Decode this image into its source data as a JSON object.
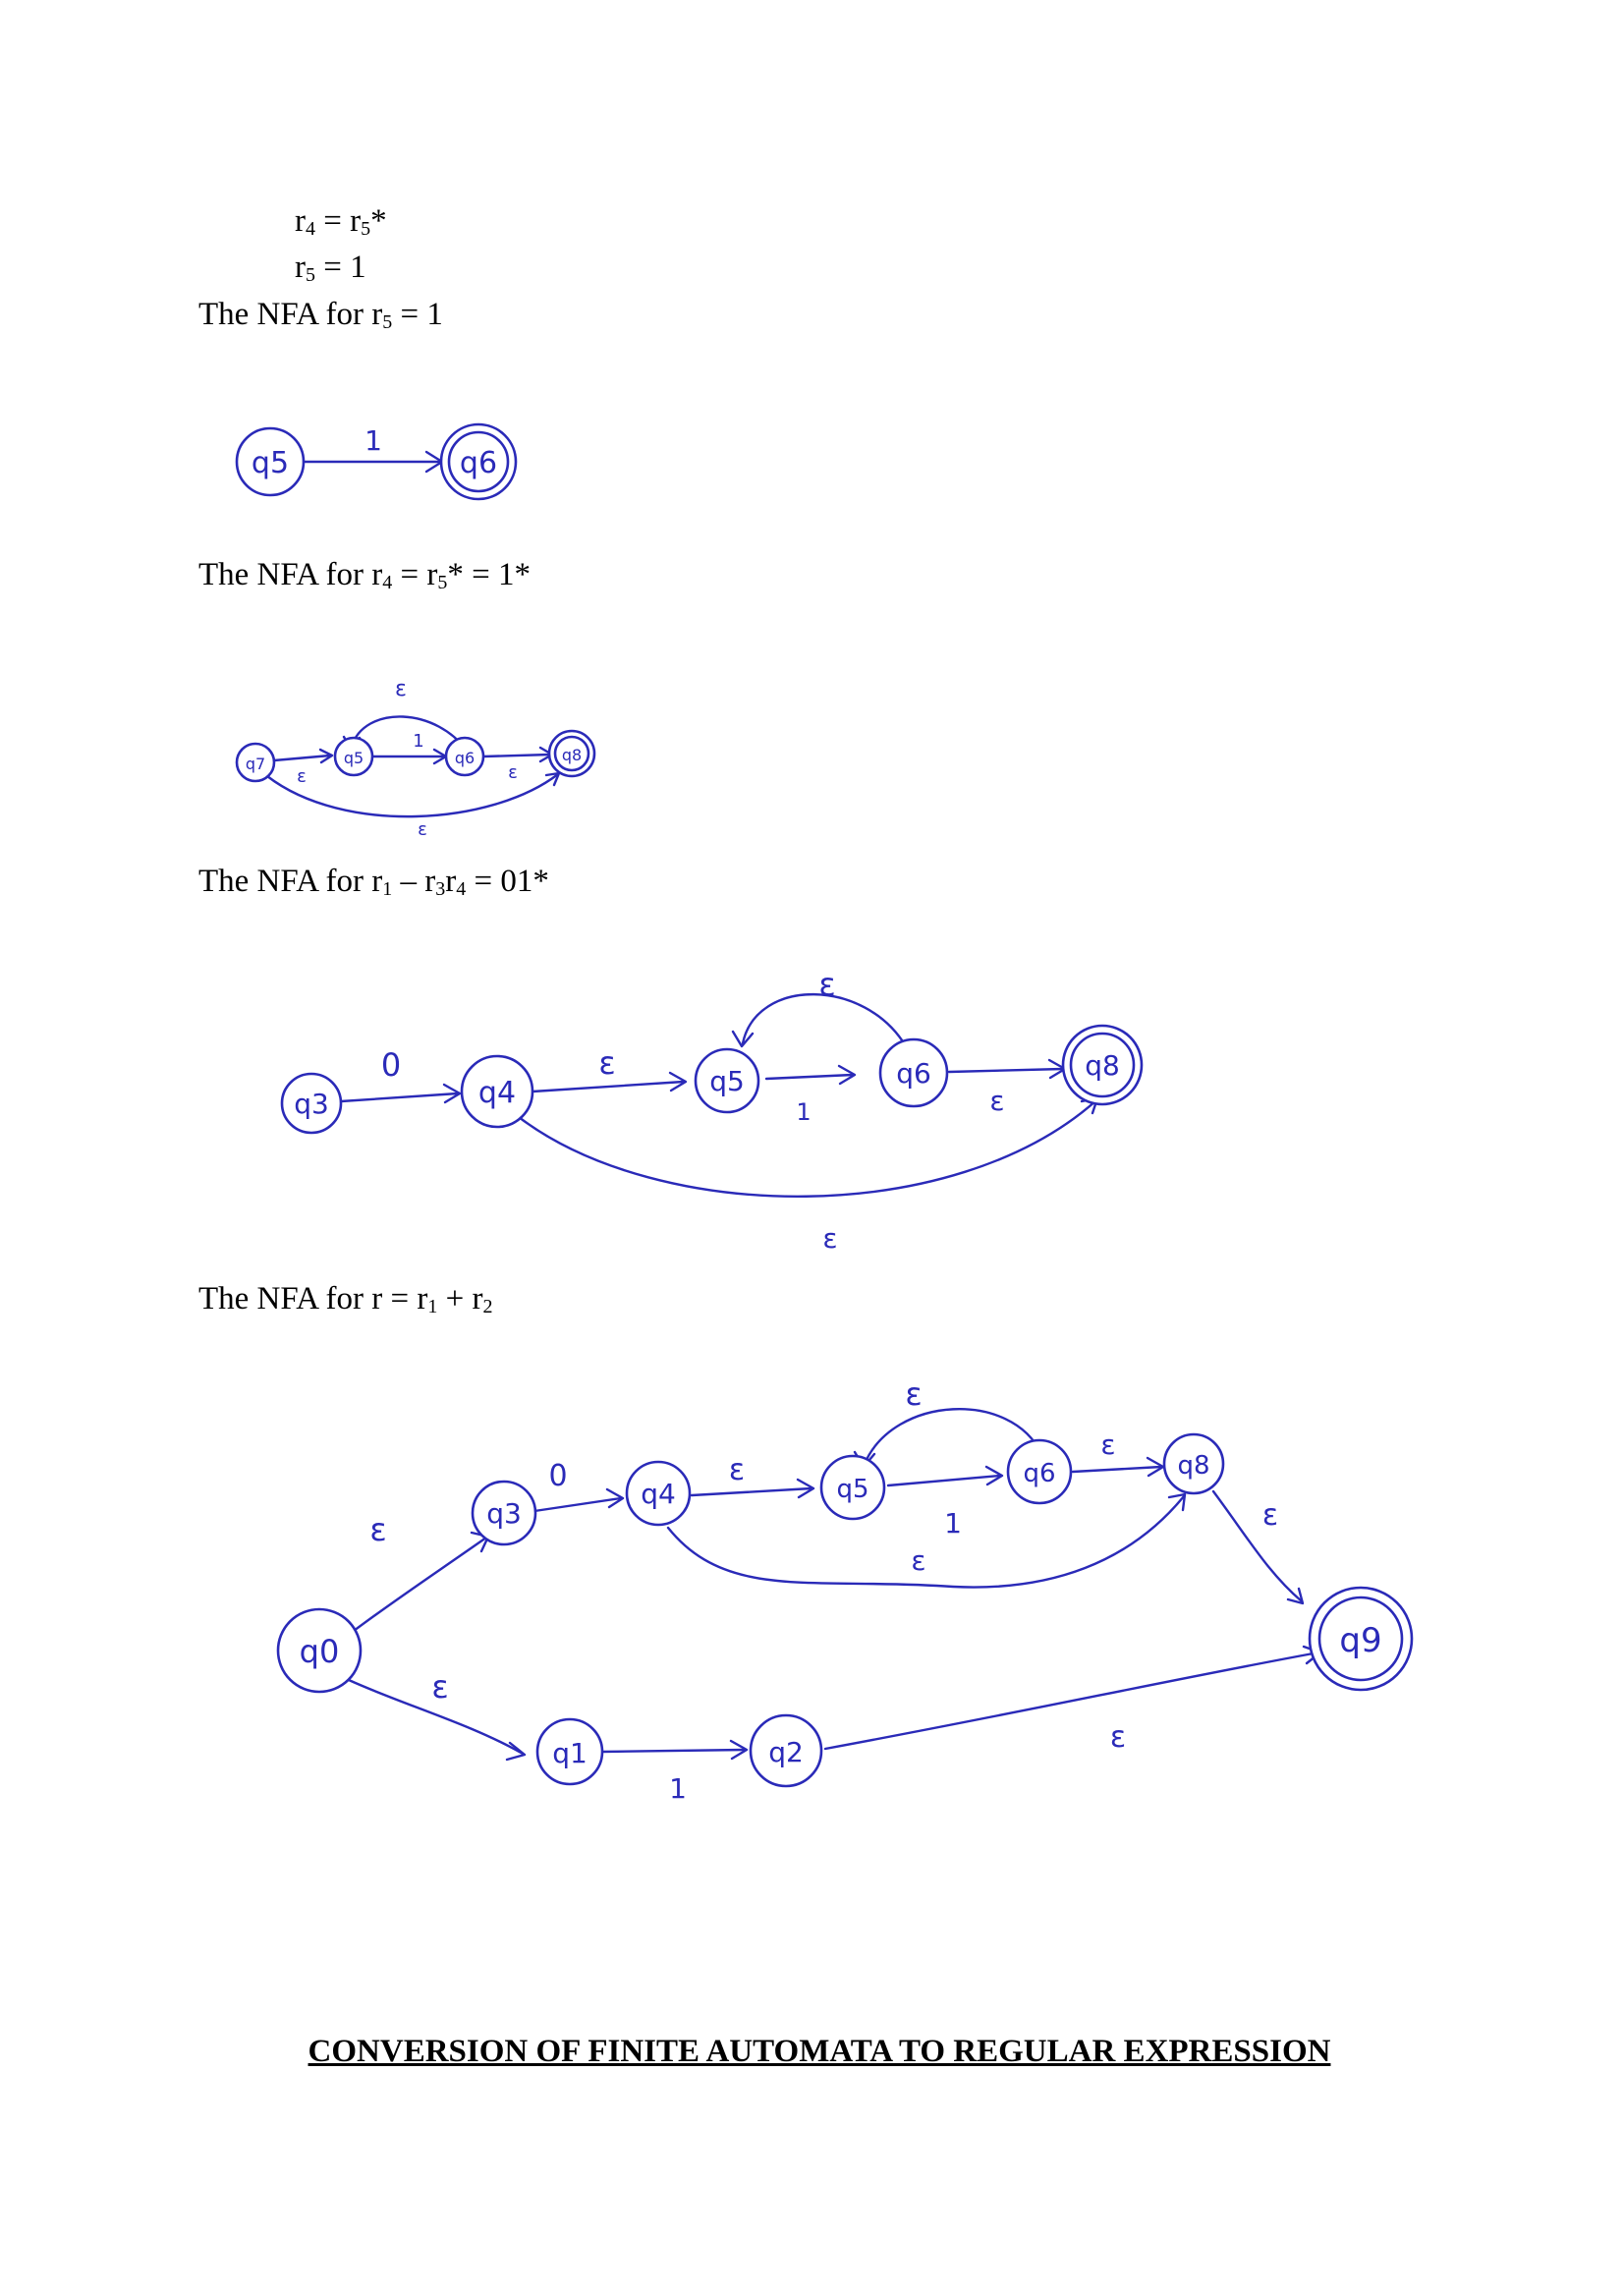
{
  "lines": {
    "l1": {
      "a": "r",
      "b": "4",
      "c": " = r",
      "d": "5",
      "e": "*"
    },
    "l2": {
      "a": "r",
      "b": "5",
      "c": " = 1"
    },
    "l3": {
      "a": "The NFA for r",
      "b": "5",
      "c": " = 1"
    },
    "l4": {
      "a": "The NFA for r",
      "b": "4",
      "c": " = r",
      "d": "5",
      "e": "* = 1*"
    },
    "l5": {
      "a": "The NFA for r",
      "b": "1",
      "c": " – r",
      "d": "3",
      "e": "r",
      "f": "4",
      "g": " = 01*"
    },
    "l6": {
      "a": "The NFA for r = r",
      "b": "1",
      "c": " + r",
      "d": "2"
    }
  },
  "heading": "CONVERSION OF FINITE AUTOMATA TO REGULAR EXPRESSION",
  "states": {
    "q0": "q0",
    "q1": "q1",
    "q2": "q2",
    "q3": "q3",
    "q4": "q4",
    "q5": "q5",
    "q6": "q6",
    "q7": "q7",
    "q8": "q8",
    "q9": "q9"
  },
  "symbols": {
    "zero": "0",
    "one": "1",
    "eps": "ε"
  },
  "ink_color": "#2a2ab8"
}
